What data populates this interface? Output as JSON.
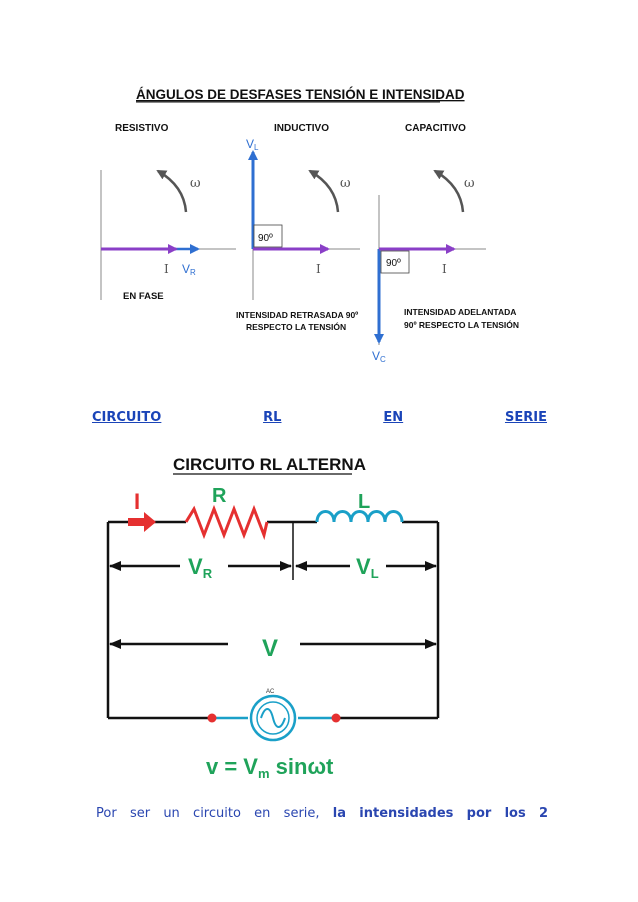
{
  "phasor": {
    "title": "ÁNGULOS DE DESFASES TENSIÓN E INTENSIDAD",
    "resistivo": "RESISTIVO",
    "inductivo": "INDUCTIVO",
    "capacitivo": "CAPACITIVO",
    "omega": "ω",
    "current": "I",
    "v_main": "V",
    "sub_r": "R",
    "sub_l": "L",
    "sub_c": "C",
    "angle": "90º",
    "en_fase": "EN FASE",
    "ind_note_1": "INTENSIDAD RETRASADA 90º",
    "ind_note_2": "RESPECTO LA TENSIÓN",
    "cap_note_1": "INTENSIDAD ADELANTADA",
    "cap_note_2": "90º RESPECTO LA TENSIÓN",
    "colors": {
      "voltage": "#2f6fd1",
      "current": "#8a3fc7",
      "omega": "#555555",
      "axis": "#808080"
    }
  },
  "heading": [
    "CIRCUITO",
    "RL",
    "EN",
    "SERIE"
  ],
  "circuit": {
    "title": "CIRCUITO RL ALTERNA",
    "i_label": "I",
    "r_label": "R",
    "l_label": "L",
    "vr_main": "V",
    "vr_sub": "R",
    "vl_main": "V",
    "vl_sub": "L",
    "v_label": "V",
    "ac": "AC",
    "formula_1": "v = V",
    "formula_sub": "m",
    "formula_2": " sinωt",
    "colors": {
      "green": "#1fa35a",
      "red": "#e53030",
      "teal": "#1aa0c8"
    }
  },
  "paragraph": {
    "normal": [
      "Por",
      "ser",
      "un",
      "circuito",
      "en",
      "serie,"
    ],
    "bold": [
      "la",
      "intensidades",
      "por",
      "los",
      "2"
    ]
  }
}
